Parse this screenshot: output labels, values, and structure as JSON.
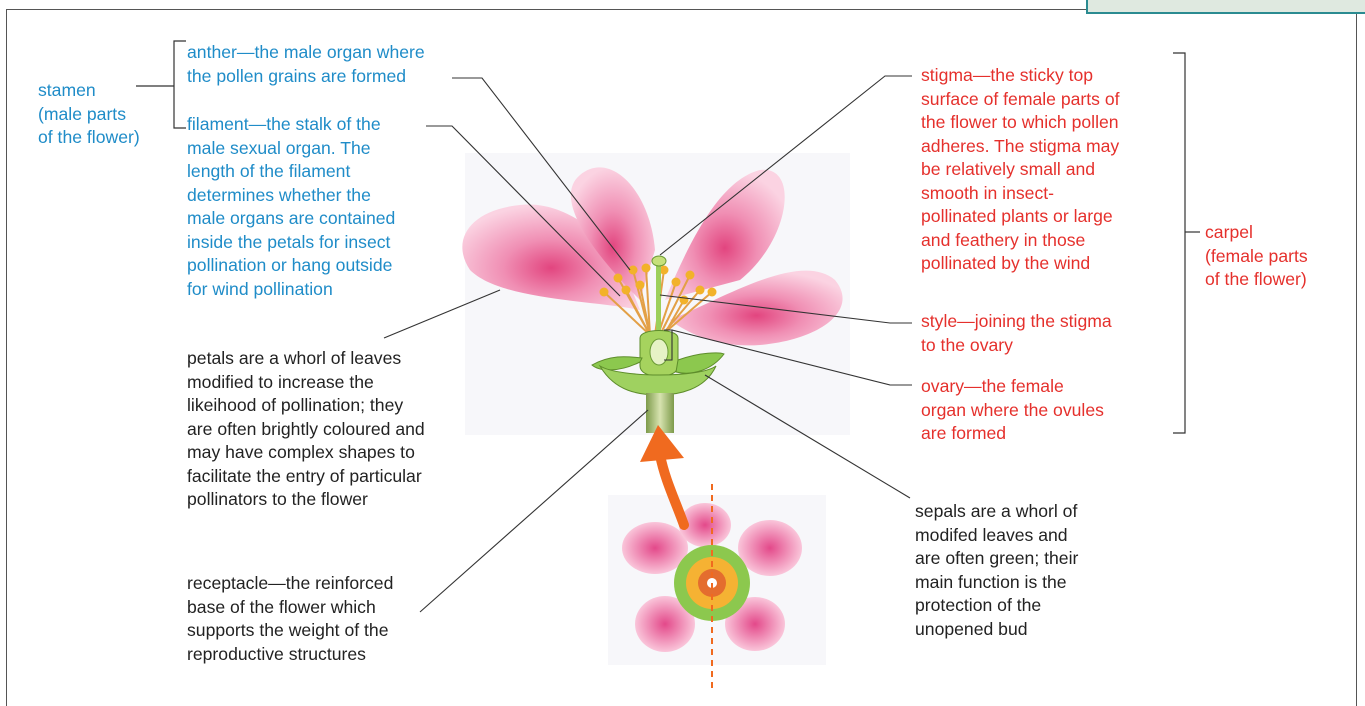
{
  "colors": {
    "male_text": "#1f8cc8",
    "female_text": "#e5302c",
    "body_text": "#222222",
    "frame": "#555555",
    "accent_tab": "#2b8b91",
    "arrow": "#f06a1f",
    "petal": "#f2a6c4",
    "sepal": "#78c040"
  },
  "labels": {
    "stamen": [
      "stamen",
      "(male parts",
      "of the flower)"
    ],
    "anther": [
      "anther—the male organ where",
      "the pollen grains are formed"
    ],
    "filament": [
      "filament—the stalk of the",
      "male sexual organ. The",
      "length of the filament",
      "determines whether the",
      "male organs are contained",
      "inside the petals for insect",
      "pollination or hang outside",
      "for wind pollination"
    ],
    "petals": [
      "petals are a whorl of leaves",
      "modified to increase the",
      "likeihood of pollination; they",
      "are often brightly coloured and",
      "may have complex shapes to",
      "facilitate the entry of particular",
      "pollinators to the flower"
    ],
    "receptacle": [
      "receptacle—the reinforced",
      "base of the flower which",
      "supports the weight of the",
      "reproductive structures"
    ],
    "stigma": [
      "stigma—the sticky top",
      "surface of female parts of",
      "the flower to which pollen",
      "adheres. The stigma may",
      "be relatively small and",
      "smooth in insect-",
      "pollinated plants or large",
      "and feathery in those",
      "pollinated by the wind"
    ],
    "style": [
      "style—joining the stigma",
      "to the ovary"
    ],
    "ovary": [
      "ovary—the female",
      "organ where the ovules",
      "are formed"
    ],
    "carpel": [
      "carpel",
      "(female parts",
      "of the flower)"
    ],
    "sepals": [
      "sepals are a whorl of",
      "modifed leaves and",
      "are often green; their",
      "main function is the",
      "protection of the",
      "unopened bud"
    ]
  }
}
